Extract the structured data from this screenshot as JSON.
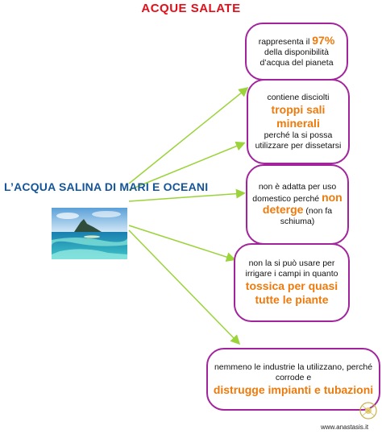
{
  "title": "ACQUE SALATE",
  "subject": "L’ACQUA SALINA DI MARI E OCEANI",
  "boxes": [
    {
      "pre": "rappresenta il",
      "highlight": "97%",
      "post": "della disponibilità d’acqua del pianeta"
    },
    {
      "pre": "contiene disciolti",
      "highlight": "troppi sali minerali",
      "post": "perché la si possa utilizzare per dissetarsi"
    },
    {
      "pre": "non è adatta per uso domestico perché",
      "highlight": "non deterge",
      "post": "(non fa schiuma)"
    },
    {
      "pre": "non la si può usare per irrigare i campi in quanto",
      "highlight": "tossica per quasi tutte le piante",
      "post": ""
    },
    {
      "pre": "nemmeno le industrie la utilizzano, perché corrode e",
      "highlight": "distrugge impianti e tubazioni",
      "post": ""
    }
  ],
  "footer": {
    "url": "www.anastasis.it"
  },
  "colors": {
    "title": "#e0101a",
    "subject": "#14559a",
    "highlight": "#ee7a0c",
    "box_border": "#a2249c",
    "arrow": "#9bd33a"
  },
  "image": {
    "subject": "tropical island lagoon"
  },
  "icons": {
    "logo": "anastasis-logo-icon"
  }
}
